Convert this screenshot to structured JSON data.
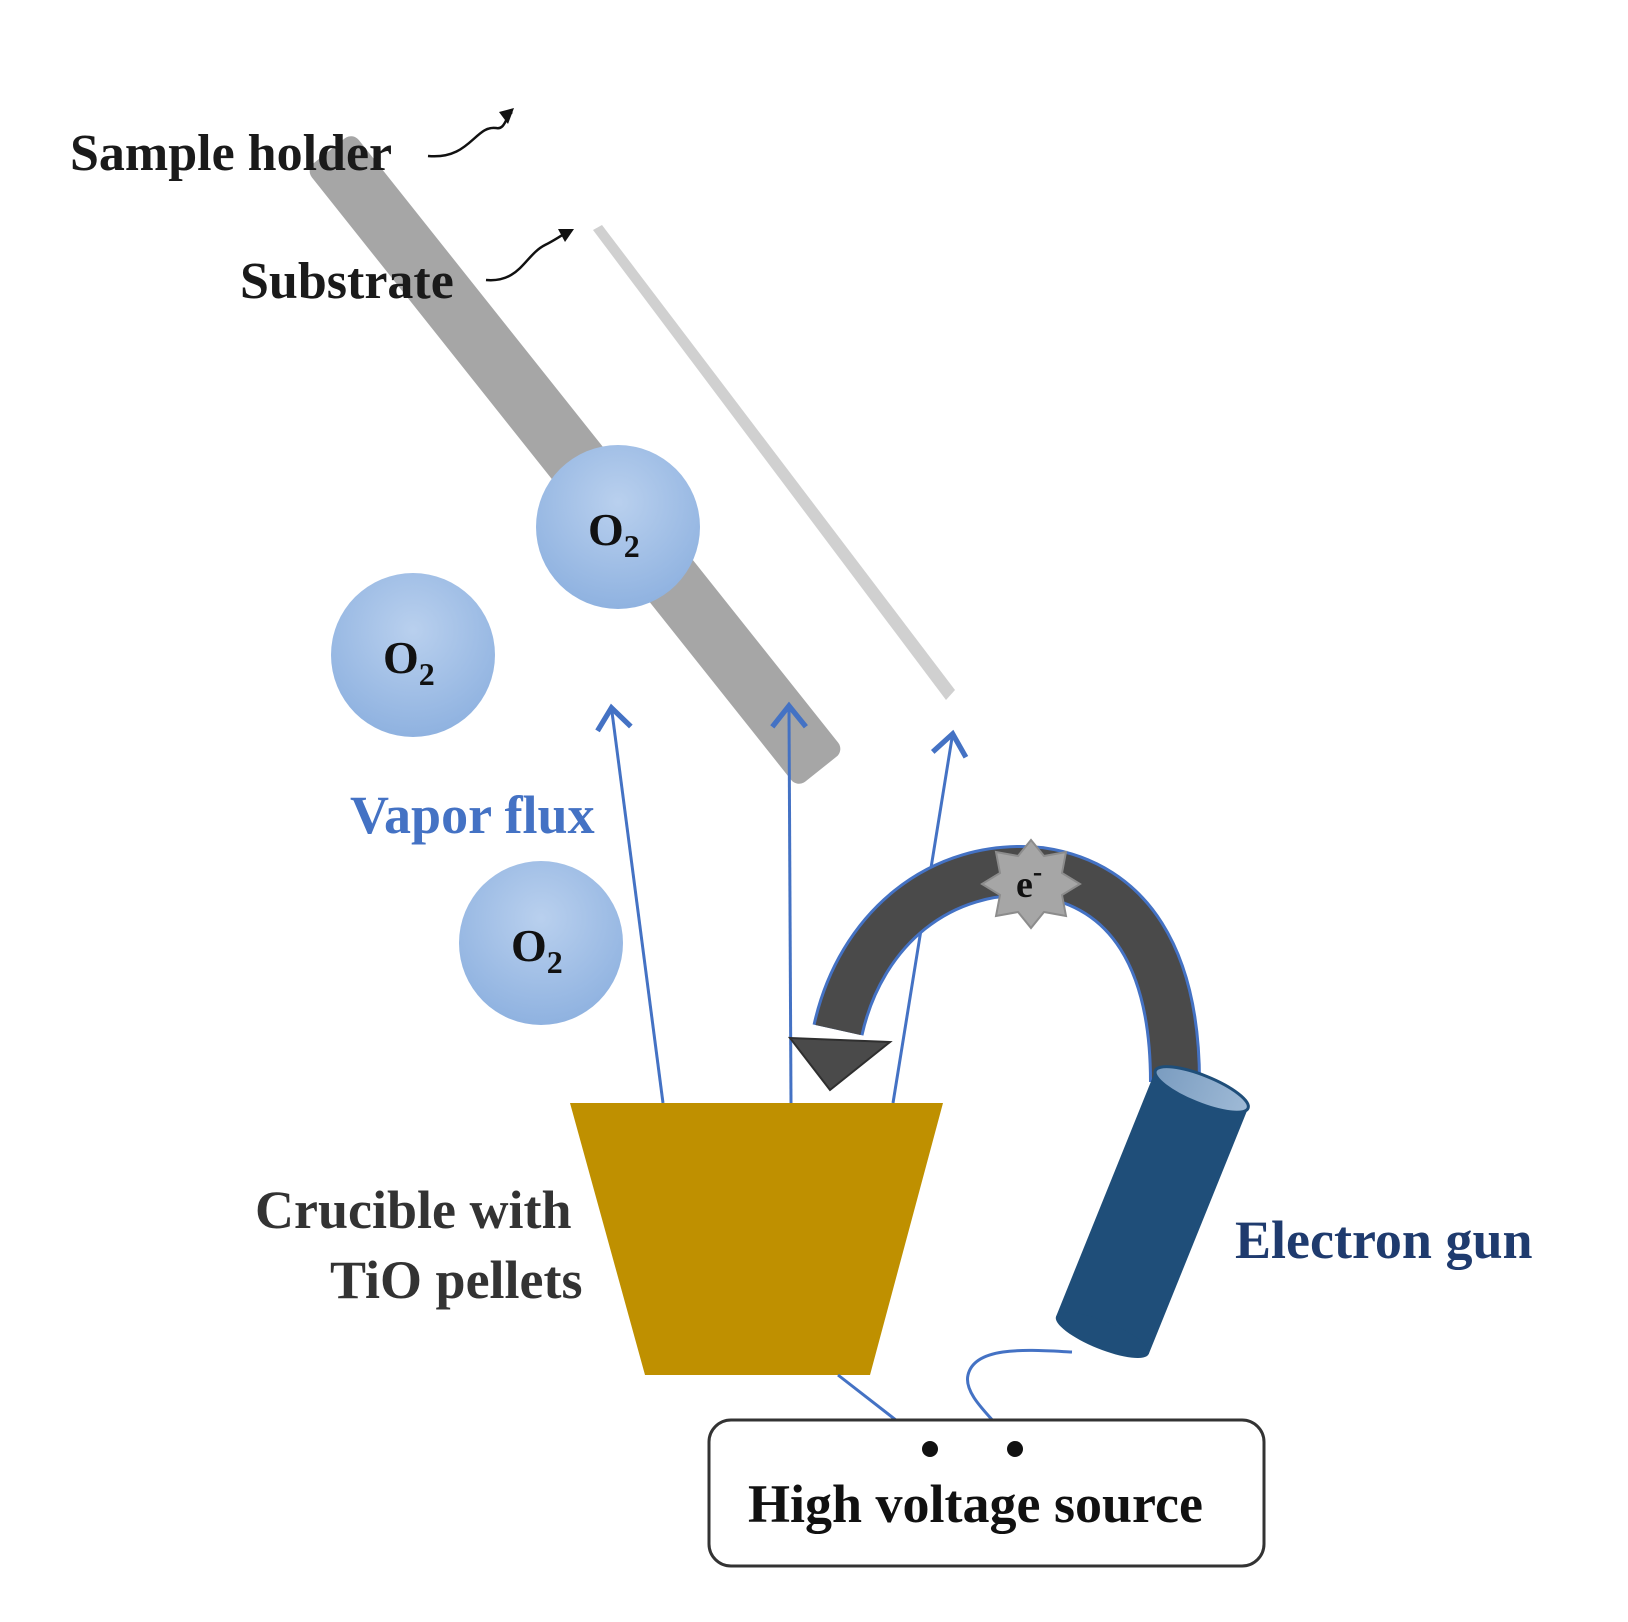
{
  "labels": {
    "sample_holder": "Sample holder",
    "substrate": "Substrate",
    "vapor_flux": "Vapor flux",
    "crucible_line1": "Crucible with",
    "crucible_line2": "TiO pellets",
    "electron_gun": "Electron gun",
    "high_voltage_source": "High voltage source"
  },
  "molecules": [
    {
      "symbol": "O",
      "subscript": "2"
    },
    {
      "symbol": "O",
      "subscript": "2"
    },
    {
      "symbol": "O",
      "subscript": "2"
    }
  ],
  "electron": {
    "symbol": "e",
    "superscript": "-"
  },
  "colors": {
    "sample_holder": "#a6a6a6",
    "substrate": "#cfcfcf",
    "vapor_flux": "#4472c4",
    "molecule_fill": "#9dbde6",
    "crucible": "#bf9000",
    "electron_gun": "#1f4e79",
    "electron_beam": "#4a4a4a",
    "wire": "#4472c4"
  }
}
